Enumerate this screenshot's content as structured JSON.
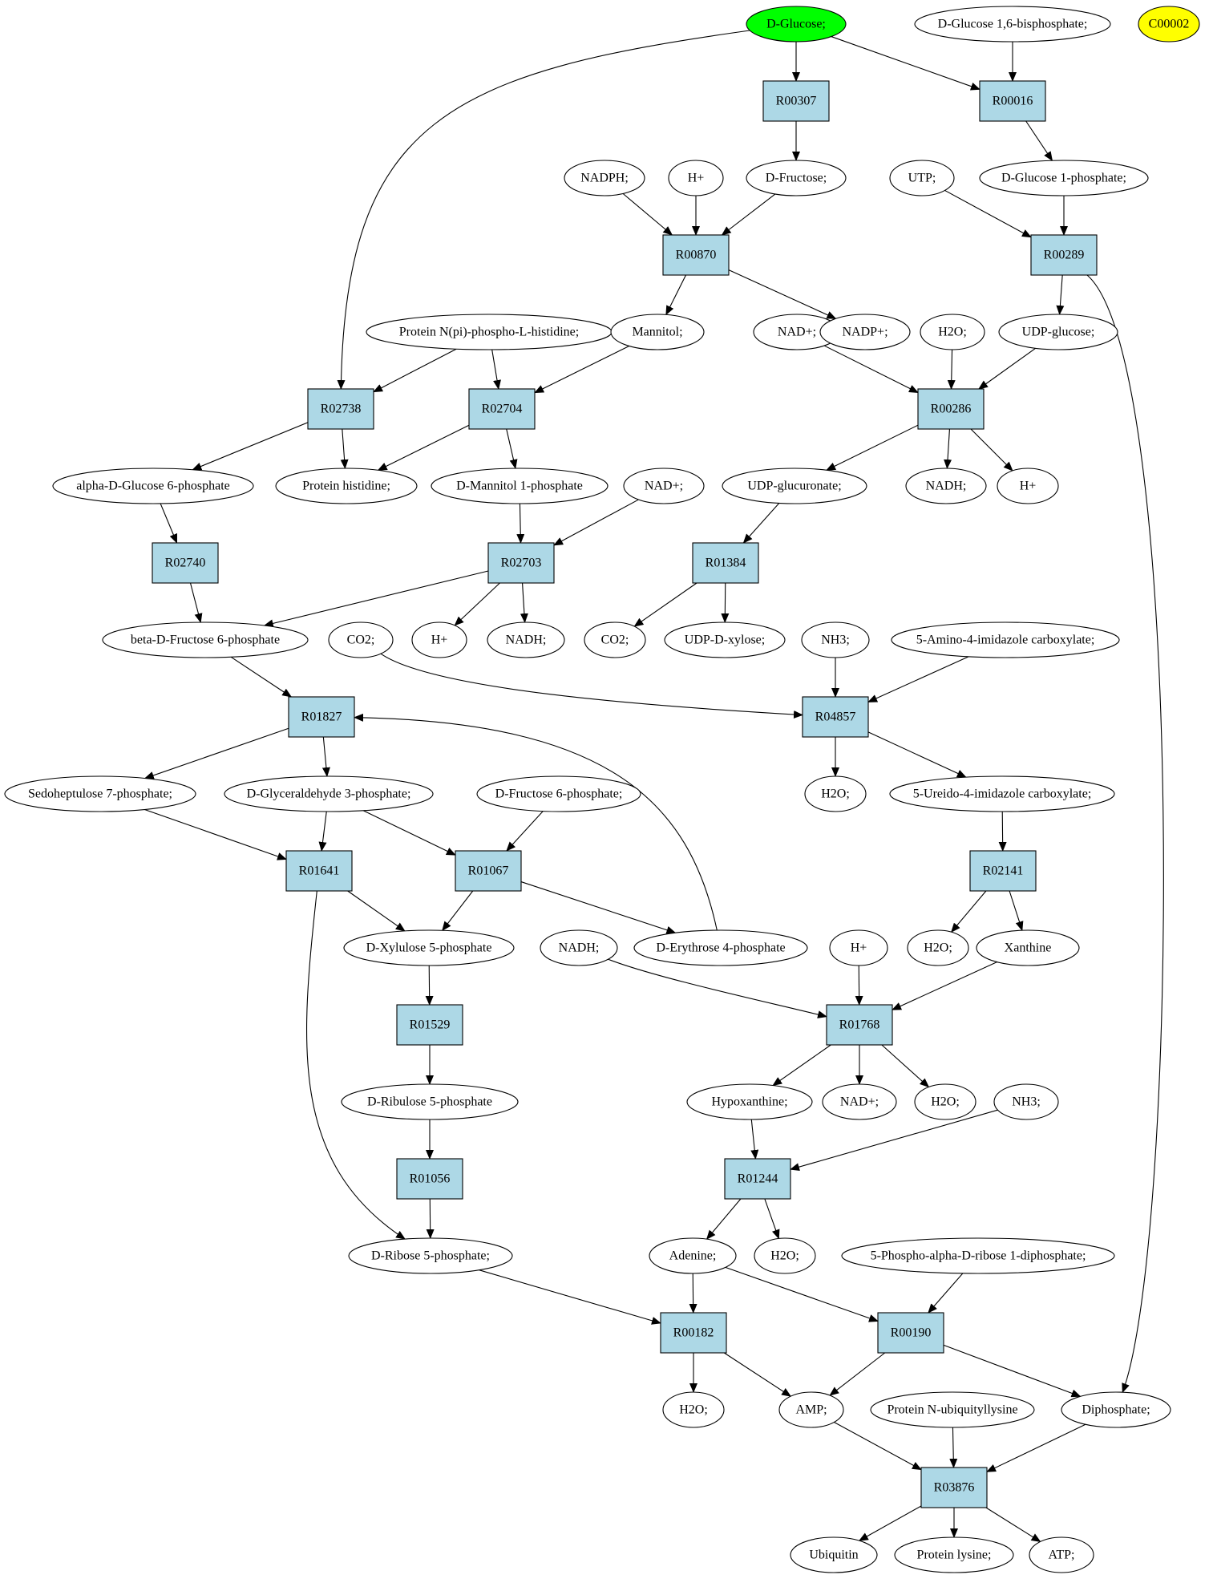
{
  "colors": {
    "reaction_fill": "#add8e6",
    "compound_fill": "#ffffff",
    "start_compound_fill": "#00ff00",
    "highlight_compound_fill": "#ffff00",
    "stroke": "#000000"
  },
  "reactions": [
    {
      "id": "R00307",
      "label": "R00307"
    },
    {
      "id": "R00016",
      "label": "R00016"
    },
    {
      "id": "R00870",
      "label": "R00870"
    },
    {
      "id": "R00289",
      "label": "R00289"
    },
    {
      "id": "R02738",
      "label": "R02738"
    },
    {
      "id": "R02704",
      "label": "R02704"
    },
    {
      "id": "R00286",
      "label": "R00286"
    },
    {
      "id": "R02740",
      "label": "R02740"
    },
    {
      "id": "R02703",
      "label": "R02703"
    },
    {
      "id": "R01384",
      "label": "R01384"
    },
    {
      "id": "R01827",
      "label": "R01827"
    },
    {
      "id": "R04857",
      "label": "R04857"
    },
    {
      "id": "R01641",
      "label": "R01641"
    },
    {
      "id": "R01067",
      "label": "R01067"
    },
    {
      "id": "R02141",
      "label": "R02141"
    },
    {
      "id": "R01529",
      "label": "R01529"
    },
    {
      "id": "R01768",
      "label": "R01768"
    },
    {
      "id": "R01056",
      "label": "R01056"
    },
    {
      "id": "R01244",
      "label": "R01244"
    },
    {
      "id": "R00182",
      "label": "R00182"
    },
    {
      "id": "R00190",
      "label": "R00190"
    },
    {
      "id": "R03876",
      "label": "R03876"
    }
  ],
  "compounds": [
    {
      "id": "glucose",
      "label": "D-Glucose;",
      "kind": "start"
    },
    {
      "id": "g16bp",
      "label": "D-Glucose 1,6-bisphosphate;",
      "kind": "normal"
    },
    {
      "id": "c00002",
      "label": "C00002",
      "kind": "highlight"
    },
    {
      "id": "nadph",
      "label": "NADPH;",
      "kind": "normal"
    },
    {
      "id": "hplus1",
      "label": "H+",
      "kind": "normal"
    },
    {
      "id": "fructose",
      "label": "D-Fructose;",
      "kind": "normal"
    },
    {
      "id": "utp",
      "label": "UTP;",
      "kind": "normal"
    },
    {
      "id": "g1p",
      "label": "D-Glucose 1-phosphate;",
      "kind": "normal"
    },
    {
      "id": "protnpi",
      "label": "Protein N(pi)-phospho-L-histidine;",
      "kind": "normal"
    },
    {
      "id": "mannitol",
      "label": "Mannitol;",
      "kind": "normal"
    },
    {
      "id": "nadp1",
      "label": "NAD+;",
      "kind": "normal"
    },
    {
      "id": "nadpplus",
      "label": "NADP+;",
      "kind": "normal"
    },
    {
      "id": "h2o1",
      "label": "H2O;",
      "kind": "normal"
    },
    {
      "id": "udpglc",
      "label": "UDP-glucose;",
      "kind": "normal"
    },
    {
      "id": "ag6p",
      "label": "alpha-D-Glucose 6-phosphate",
      "kind": "normal"
    },
    {
      "id": "prothis",
      "label": "Protein histidine;",
      "kind": "normal"
    },
    {
      "id": "m1p",
      "label": "D-Mannitol 1-phosphate",
      "kind": "normal"
    },
    {
      "id": "nadp2",
      "label": "NAD+;",
      "kind": "normal"
    },
    {
      "id": "udpglcu",
      "label": "UDP-glucuronate;",
      "kind": "normal"
    },
    {
      "id": "nadh1",
      "label": "NADH;",
      "kind": "normal"
    },
    {
      "id": "hplus2",
      "label": "H+",
      "kind": "normal"
    },
    {
      "id": "bf6p",
      "label": "beta-D-Fructose 6-phosphate",
      "kind": "normal"
    },
    {
      "id": "co2a",
      "label": "CO2;",
      "kind": "normal"
    },
    {
      "id": "hplus3",
      "label": "H+",
      "kind": "normal"
    },
    {
      "id": "nadh2",
      "label": "NADH;",
      "kind": "normal"
    },
    {
      "id": "co2b",
      "label": "CO2;",
      "kind": "normal"
    },
    {
      "id": "udpxyl",
      "label": "UDP-D-xylose;",
      "kind": "normal"
    },
    {
      "id": "nh3a",
      "label": "NH3;",
      "kind": "normal"
    },
    {
      "id": "aicx",
      "label": "5-Amino-4-imidazole carboxylate;",
      "kind": "normal"
    },
    {
      "id": "s7p",
      "label": "Sedoheptulose 7-phosphate;",
      "kind": "normal"
    },
    {
      "id": "g3p",
      "label": "D-Glyceraldehyde 3-phosphate;",
      "kind": "normal"
    },
    {
      "id": "f6p",
      "label": "D-Fructose 6-phosphate;",
      "kind": "normal"
    },
    {
      "id": "h2o2",
      "label": "H2O;",
      "kind": "normal"
    },
    {
      "id": "uicx",
      "label": "5-Ureido-4-imidazole carboxylate;",
      "kind": "normal"
    },
    {
      "id": "xu5p",
      "label": "D-Xylulose 5-phosphate",
      "kind": "normal"
    },
    {
      "id": "nadh3",
      "label": "NADH;",
      "kind": "normal"
    },
    {
      "id": "e4p",
      "label": "D-Erythrose 4-phosphate",
      "kind": "normal"
    },
    {
      "id": "hplus4",
      "label": "H+",
      "kind": "normal"
    },
    {
      "id": "h2o3",
      "label": "H2O;",
      "kind": "normal"
    },
    {
      "id": "xanthine",
      "label": "Xanthine",
      "kind": "normal"
    },
    {
      "id": "ru5p",
      "label": "D-Ribulose 5-phosphate",
      "kind": "normal"
    },
    {
      "id": "hypox",
      "label": "Hypoxanthine;",
      "kind": "normal"
    },
    {
      "id": "nadp3",
      "label": "NAD+;",
      "kind": "normal"
    },
    {
      "id": "h2o4",
      "label": "H2O;",
      "kind": "normal"
    },
    {
      "id": "nh3b",
      "label": "NH3;",
      "kind": "normal"
    },
    {
      "id": "r5p",
      "label": "D-Ribose 5-phosphate;",
      "kind": "normal"
    },
    {
      "id": "adenine",
      "label": "Adenine;",
      "kind": "normal"
    },
    {
      "id": "h2o5",
      "label": "H2O;",
      "kind": "normal"
    },
    {
      "id": "prpp",
      "label": "5-Phospho-alpha-D-ribose 1-diphosphate;",
      "kind": "normal"
    },
    {
      "id": "h2o6",
      "label": "H2O;",
      "kind": "normal"
    },
    {
      "id": "amp",
      "label": "AMP;",
      "kind": "normal"
    },
    {
      "id": "protubi",
      "label": "Protein N-ubiquityllysine",
      "kind": "normal"
    },
    {
      "id": "diphos",
      "label": "Diphosphate;",
      "kind": "normal"
    },
    {
      "id": "ubiquitin",
      "label": "Ubiquitin",
      "kind": "normal"
    },
    {
      "id": "protlys",
      "label": "Protein lysine;",
      "kind": "normal"
    },
    {
      "id": "atp",
      "label": "ATP;",
      "kind": "normal"
    }
  ],
  "edges": [
    [
      "glucose",
      "R00307"
    ],
    [
      "glucose",
      "R00016"
    ],
    [
      "glucose",
      "R02738"
    ],
    [
      "g16bp",
      "R00016"
    ],
    [
      "R00307",
      "fructose"
    ],
    [
      "R00016",
      "g1p"
    ],
    [
      "nadph",
      "R00870"
    ],
    [
      "hplus1",
      "R00870"
    ],
    [
      "fructose",
      "R00870"
    ],
    [
      "utp",
      "R00289"
    ],
    [
      "g1p",
      "R00289"
    ],
    [
      "R00870",
      "mannitol"
    ],
    [
      "R00870",
      "nadpplus"
    ],
    [
      "R00289",
      "udpglc"
    ],
    [
      "R00289",
      "diphos"
    ],
    [
      "protnpi",
      "R02738"
    ],
    [
      "protnpi",
      "R02704"
    ],
    [
      "mannitol",
      "R02704"
    ],
    [
      "nadp1",
      "R00286"
    ],
    [
      "h2o1",
      "R00286"
    ],
    [
      "udpglc",
      "R00286"
    ],
    [
      "R02738",
      "ag6p"
    ],
    [
      "R02738",
      "prothis"
    ],
    [
      "R02704",
      "prothis"
    ],
    [
      "R02704",
      "m1p"
    ],
    [
      "R00286",
      "udpglcu"
    ],
    [
      "R00286",
      "nadh1"
    ],
    [
      "R00286",
      "hplus2"
    ],
    [
      "ag6p",
      "R02740"
    ],
    [
      "m1p",
      "R02703"
    ],
    [
      "nadp2",
      "R02703"
    ],
    [
      "udpglcu",
      "R01384"
    ],
    [
      "R02740",
      "bf6p"
    ],
    [
      "R02703",
      "bf6p"
    ],
    [
      "R02703",
      "hplus3"
    ],
    [
      "R02703",
      "nadh2"
    ],
    [
      "R01384",
      "co2b"
    ],
    [
      "R01384",
      "udpxyl"
    ],
    [
      "bf6p",
      "R01827"
    ],
    [
      "co2a",
      "R04857"
    ],
    [
      "nh3a",
      "R04857"
    ],
    [
      "aicx",
      "R04857"
    ],
    [
      "R01827",
      "s7p"
    ],
    [
      "R01827",
      "g3p"
    ],
    [
      "R04857",
      "h2o2"
    ],
    [
      "R04857",
      "uicx"
    ],
    [
      "s7p",
      "R01641"
    ],
    [
      "g3p",
      "R01641"
    ],
    [
      "g3p",
      "R01067"
    ],
    [
      "f6p",
      "R01067"
    ],
    [
      "uicx",
      "R02141"
    ],
    [
      "R01641",
      "xu5p"
    ],
    [
      "R01641",
      "r5p"
    ],
    [
      "R01067",
      "xu5p"
    ],
    [
      "R01067",
      "e4p"
    ],
    [
      "e4p",
      "R01827"
    ],
    [
      "R02141",
      "h2o3"
    ],
    [
      "R02141",
      "xanthine"
    ],
    [
      "xu5p",
      "R01529"
    ],
    [
      "nadh3",
      "R01768"
    ],
    [
      "hplus4",
      "R01768"
    ],
    [
      "xanthine",
      "R01768"
    ],
    [
      "R01529",
      "ru5p"
    ],
    [
      "R01768",
      "hypox"
    ],
    [
      "R01768",
      "nadp3"
    ],
    [
      "R01768",
      "h2o4"
    ],
    [
      "ru5p",
      "R01056"
    ],
    [
      "hypox",
      "R01244"
    ],
    [
      "nh3b",
      "R01244"
    ],
    [
      "R01056",
      "r5p"
    ],
    [
      "R01244",
      "adenine"
    ],
    [
      "R01244",
      "h2o5"
    ],
    [
      "r5p",
      "R00182"
    ],
    [
      "adenine",
      "R00182"
    ],
    [
      "adenine",
      "R00190"
    ],
    [
      "prpp",
      "R00190"
    ],
    [
      "R00182",
      "h2o6"
    ],
    [
      "R00182",
      "amp"
    ],
    [
      "R00190",
      "amp"
    ],
    [
      "R00190",
      "diphos"
    ],
    [
      "amp",
      "R03876"
    ],
    [
      "protubi",
      "R03876"
    ],
    [
      "diphos",
      "R03876"
    ],
    [
      "R03876",
      "ubiquitin"
    ],
    [
      "R03876",
      "protlys"
    ],
    [
      "R03876",
      "atp"
    ]
  ]
}
